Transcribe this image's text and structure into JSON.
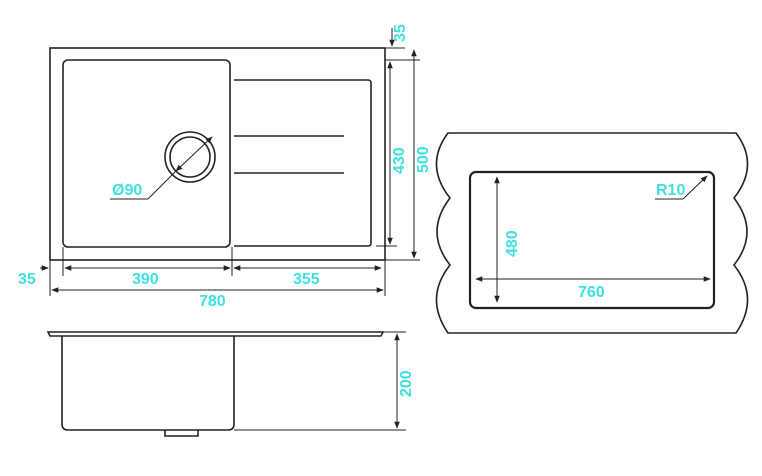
{
  "drawing": {
    "top_view": {
      "dim_35_top": "35",
      "dim_430": "430",
      "dim_500": "500",
      "dim_diameter": "Ø90",
      "dim_35_left": "35",
      "dim_390": "390",
      "dim_355": "355",
      "dim_780": "780"
    },
    "cutout_view": {
      "dim_r10": "R10",
      "dim_480": "480",
      "dim_760": "760"
    },
    "side_view": {
      "dim_200": "200"
    }
  }
}
